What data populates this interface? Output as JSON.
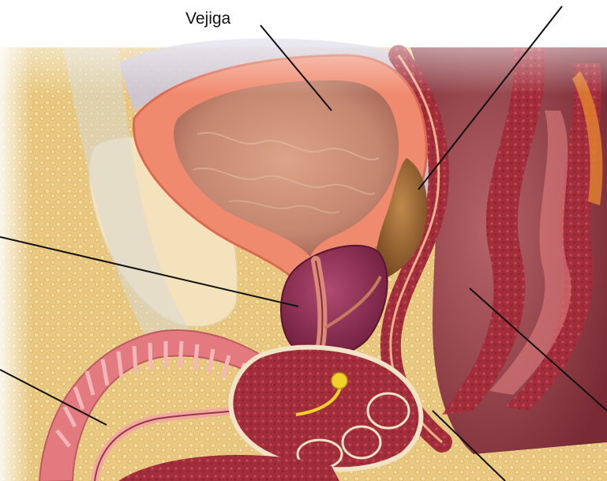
{
  "labels": {
    "bladder": "Vejiga"
  },
  "structures": [
    "bladder",
    "seminal-vesicle",
    "prostate",
    "urethra",
    "rectum",
    "pubic-bone",
    "penis",
    "bulbourethral-gland"
  ],
  "colors": {
    "fat": "#e9c982",
    "bladder_wall": "#f08a6e",
    "bladder_lumen": "#c98a72",
    "prostate": "#8c2a4e",
    "rectum": "#9a2c38",
    "bone": "#f3e2bb",
    "penis_tissue": "#e27a80",
    "seminal_vesicle": "#a36a34",
    "gland": "#f2d12a",
    "leader_line": "#111111"
  }
}
